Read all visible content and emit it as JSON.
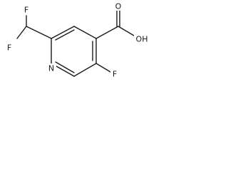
{
  "molecule": {
    "atom_labels": {
      "f_top": "F",
      "f_left": "F",
      "n_ring": "N",
      "o_carbonyl": "O",
      "oh": "OH",
      "f_ring": "F"
    }
  }
}
